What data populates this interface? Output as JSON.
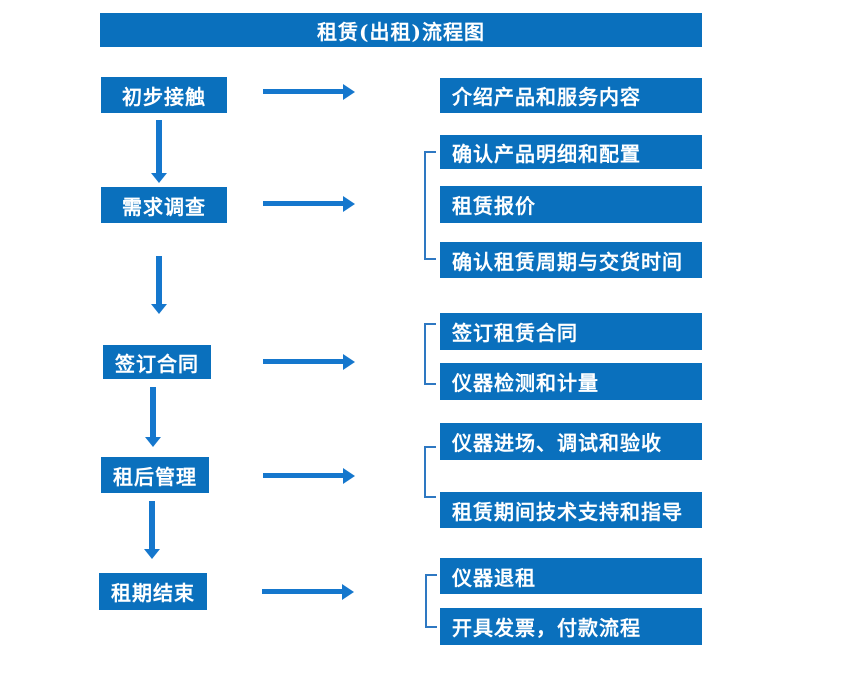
{
  "title": "租赁(出租)流程图",
  "colors": {
    "box_fill": "#0a70bd",
    "arrow": "#1577cd",
    "bracket": "#2e78c2",
    "text": "#ffffff",
    "background": "#ffffff"
  },
  "flow": [
    {
      "step": "初步接触",
      "details": [
        "介绍产品和服务内容"
      ]
    },
    {
      "step": "需求调查",
      "details": [
        "确认产品明细和配置",
        "租赁报价",
        "确认租赁周期与交货时间"
      ]
    },
    {
      "step": "签订合同",
      "details": [
        "签订租赁合同",
        "仪器检测和计量"
      ]
    },
    {
      "step": "租后管理",
      "details": [
        "仪器进场、调试和验收",
        "租赁期间技术支持和指导"
      ]
    },
    {
      "step": "租期结束",
      "details": [
        "仪器退租",
        "开具发票，付款流程"
      ]
    }
  ]
}
